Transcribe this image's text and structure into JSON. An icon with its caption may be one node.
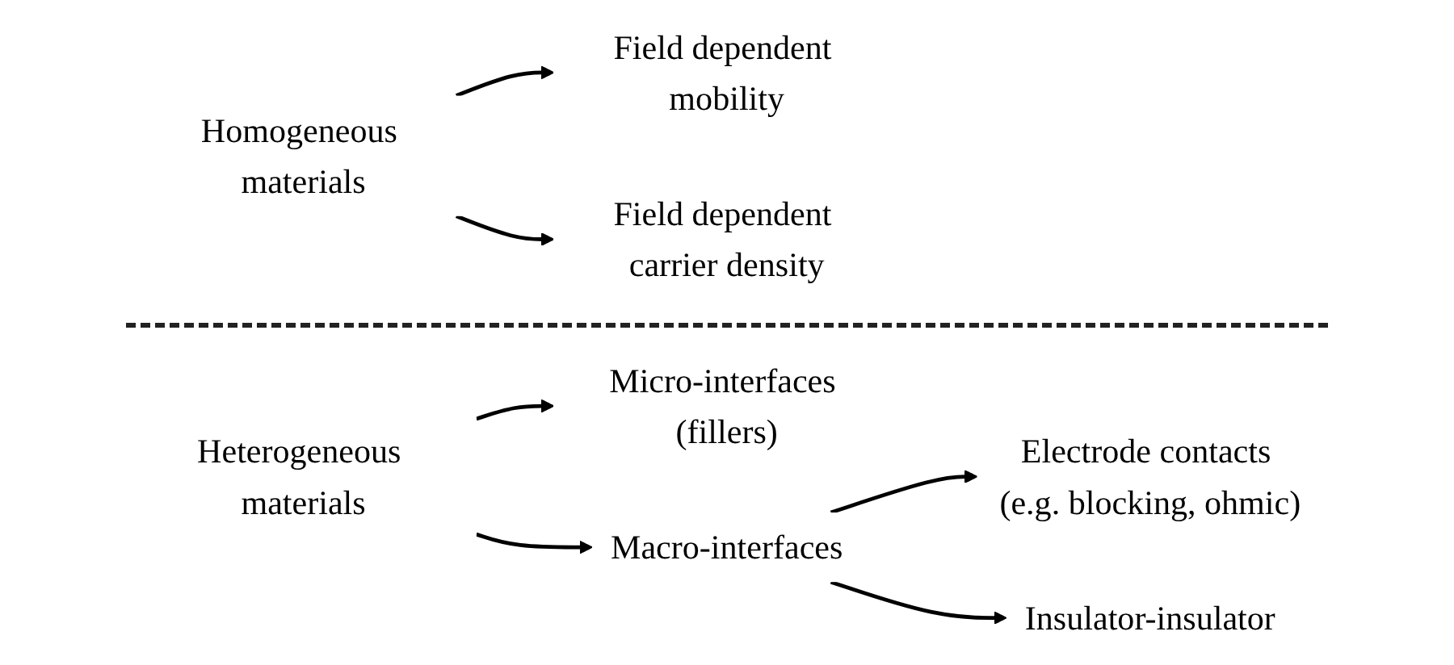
{
  "diagram": {
    "nodes": [
      {
        "text": [
          "Homogeneous materials"
        ]
      },
      {
        "text": [
          "Field dependent mobility"
        ]
      },
      {
        "text": [
          "Field dependent carrier density"
        ]
      },
      {
        "text": [
          "Heterogeneous materials"
        ]
      },
      {
        "text": [
          "Micro-interfaces (fillers)"
        ]
      },
      {
        "text": [
          "Macro-interfaces"
        ]
      },
      {
        "text": [
          "Electrode contacts (e.g. blocking, ohmic)"
        ]
      },
      {
        "text": [
          "Insulator-insulator"
        ]
      }
    ],
    "edges": [
      {
        "from": 0,
        "to": 1,
        "arrow": "to"
      },
      {
        "from": 0,
        "to": 2,
        "arrow": "to"
      },
      {
        "from": 3,
        "to": 4,
        "arrow": "to"
      },
      {
        "from": 3,
        "to": 5,
        "arrow": "to"
      },
      {
        "from": 5,
        "to": 6,
        "arrow": "to"
      },
      {
        "from": 5,
        "to": 7,
        "arrow": "to"
      }
    ]
  }
}
